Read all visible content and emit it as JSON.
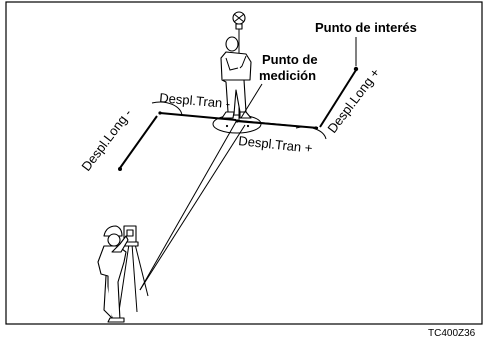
{
  "labels": {
    "point_of_interest": "Punto de interés",
    "measurement_point_line1": "Punto de",
    "measurement_point_line2": "medición",
    "trans_offset_minus": "Despl.Tran -",
    "trans_offset_plus": "Despl.Tran +",
    "long_offset_minus": "Despl.Long -",
    "long_offset_plus": "Despl.Long +"
  },
  "figure_reference": "TC400Z36"
}
